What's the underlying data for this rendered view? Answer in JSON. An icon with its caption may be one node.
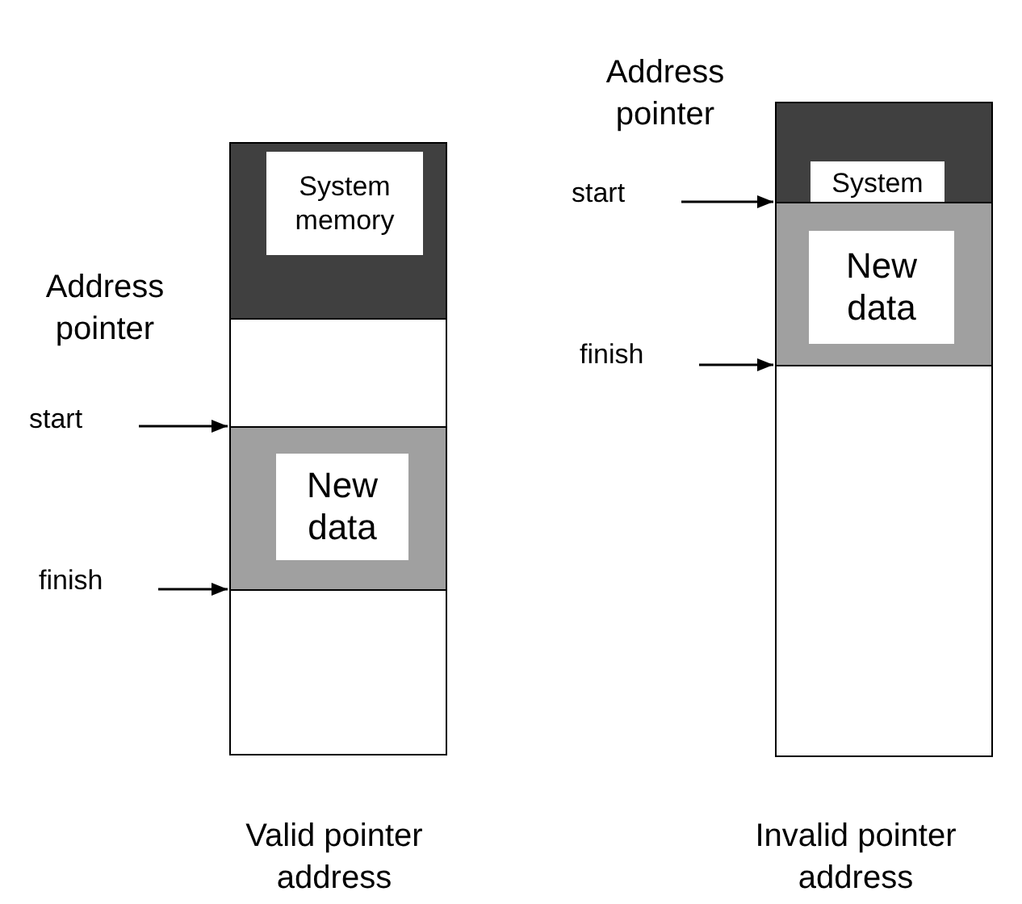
{
  "diagram": {
    "nodes": [
      {
        "text": [],
        "shape": "box"
      },
      {
        "text": [
          "System memory"
        ],
        "in": 0
      },
      {
        "text": [],
        "shape": "box"
      },
      {
        "text": [],
        "shape": "box"
      },
      {
        "text": [
          "New data"
        ],
        "in": 3
      },
      {
        "text": [],
        "shape": "box"
      },
      {
        "text": [
          "start"
        ]
      },
      {
        "text": [
          "finish"
        ]
      },
      {
        "text": [],
        "shape": "box"
      },
      {
        "text": [
          "System"
        ],
        "in": 8
      },
      {
        "text": [],
        "shape": "box"
      },
      {
        "text": [
          "New data"
        ],
        "in": 10
      },
      {
        "text": [],
        "shape": "box"
      },
      {
        "text": [
          "start"
        ]
      },
      {
        "text": [
          "finish"
        ]
      }
    ],
    "edges": [
      {
        "from": 6,
        "to": 3,
        "arrow": "to"
      },
      {
        "from": 7,
        "to": 3,
        "arrow": "to"
      },
      {
        "from": 13,
        "to": 10,
        "arrow": "to"
      },
      {
        "from": 14,
        "to": 10,
        "arrow": "to"
      }
    ],
    "labels": [
      "Address pointer",
      "Address pointer",
      "Valid pointer address",
      "Invalid pointer address"
    ]
  }
}
